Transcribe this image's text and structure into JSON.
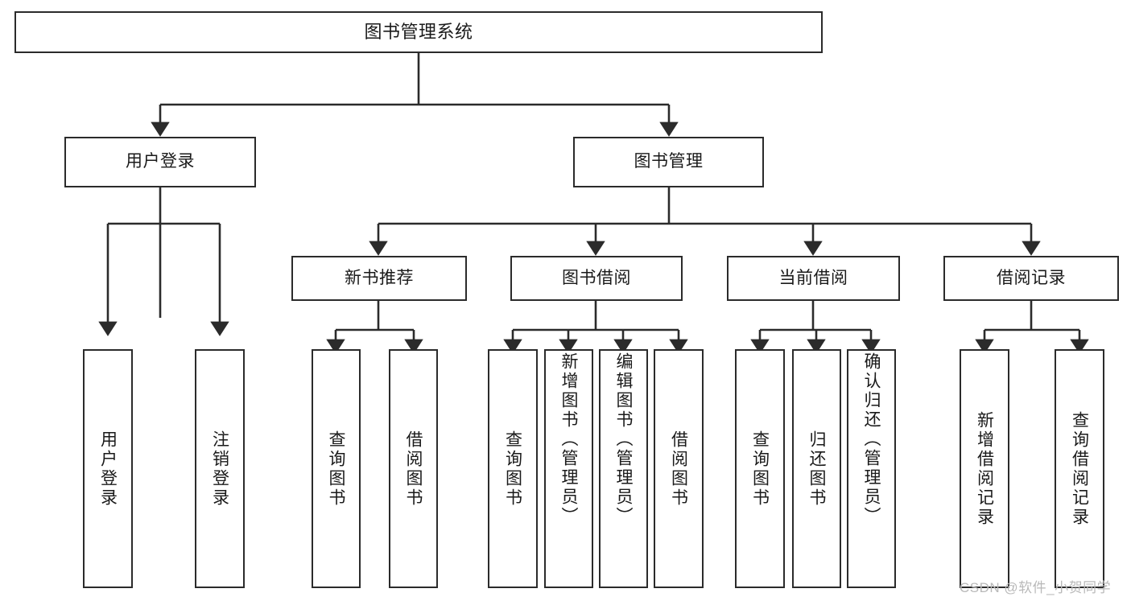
{
  "diagram": {
    "title": "图书管理系统",
    "type": "tree-hierarchy-chart",
    "root": {
      "label": "图书管理系统"
    },
    "level2": [
      {
        "label": "用户登录"
      },
      {
        "label": "图书管理"
      }
    ],
    "level3": [
      {
        "label": "新书推荐"
      },
      {
        "label": "图书借阅"
      },
      {
        "label": "当前借阅"
      },
      {
        "label": "借阅记录"
      }
    ],
    "leaves": {
      "user_login": [
        {
          "label": "用户登录"
        },
        {
          "label": "注销登录"
        }
      ],
      "new_book_recommend": [
        {
          "label": "查询图书"
        },
        {
          "label": "借阅图书"
        }
      ],
      "book_borrow": [
        {
          "label": "查询图书"
        },
        {
          "label": "新增图书（管理员）"
        },
        {
          "label": "编辑图书（管理员）"
        },
        {
          "label": "借阅图书"
        }
      ],
      "current_borrow": [
        {
          "label": "查询图书"
        },
        {
          "label": "归还图书"
        },
        {
          "label": "确认归还（管理员）"
        }
      ],
      "borrow_record": [
        {
          "label": "新增借阅记录"
        },
        {
          "label": "查询借阅记录"
        }
      ]
    }
  },
  "watermark": {
    "text": "CSDN @软件_小贺同学"
  },
  "colors": {
    "stroke": "#2b2b2b",
    "background": "#ffffff",
    "text": "#1a1a1a",
    "watermark": "#b9b9b9"
  }
}
